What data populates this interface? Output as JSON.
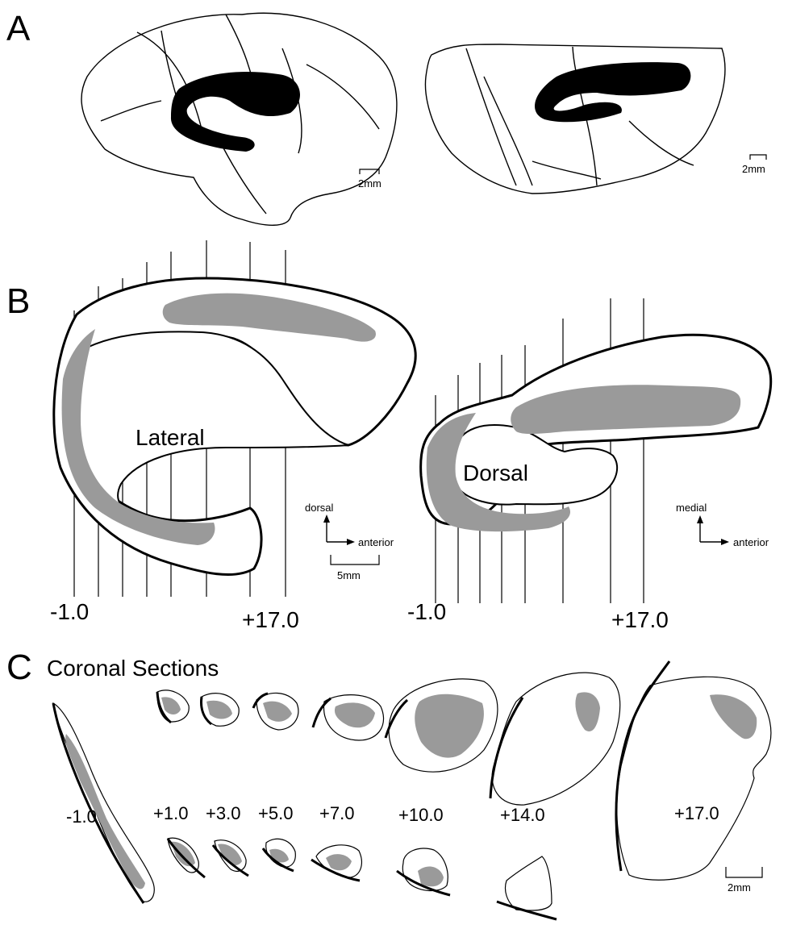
{
  "panel_a": {
    "letter": "A",
    "lateral_brain": {
      "scale_bar": "2mm"
    },
    "dorsal_brain": {
      "scale_bar": "2mm"
    }
  },
  "panel_b": {
    "letter": "B",
    "lateral": {
      "title": "Lateral",
      "axis_vertical": "dorsal",
      "axis_horizontal": "anterior",
      "scale_bar": "5mm",
      "start_label": "-1.0",
      "end_label": "+17.0"
    },
    "dorsal": {
      "title": "Dorsal",
      "axis_vertical": "medial",
      "axis_horizontal": "anterior",
      "start_label": "-1.0",
      "end_label": "+17.0"
    }
  },
  "panel_c": {
    "letter": "C",
    "title": "Coronal Sections",
    "section_labels": [
      "-1.0",
      "+1.0",
      "+3.0",
      "+5.0",
      "+7.0",
      "+10.0",
      "+14.0",
      "+17.0"
    ],
    "scale_bar": "2mm"
  },
  "colors": {
    "lesion_fill": "#000000",
    "label_fill": "#9a9a9a",
    "outline": "#000000"
  }
}
